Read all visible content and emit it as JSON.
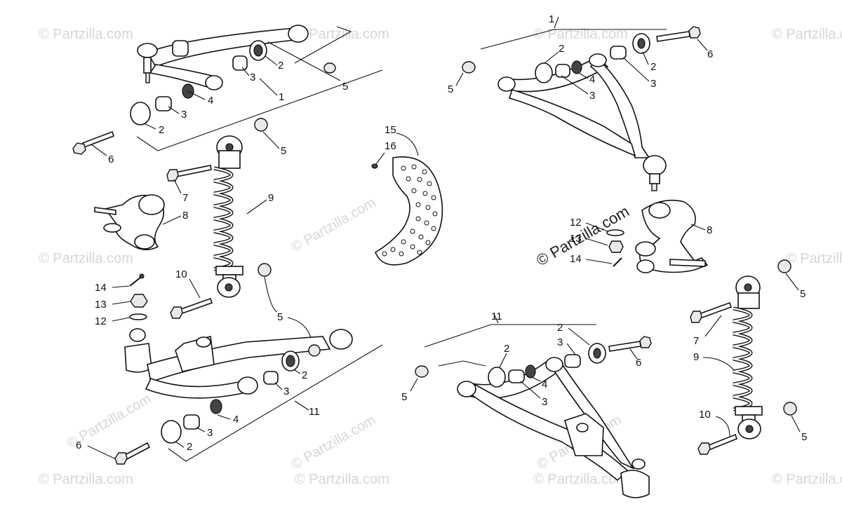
{
  "watermarks": {
    "text": "© Partzilla.com",
    "prominent_text": "© Partzilla.com"
  },
  "callouts": {
    "left_upper_arm": {
      "arm": "1",
      "bushing_a": "2",
      "sleeve_a": "3",
      "nut": "5",
      "grease": "4",
      "sleeve_b": "3",
      "washer_b": "2",
      "bolt": "6"
    },
    "left_shock": {
      "nut_top": "5",
      "bolt_top": "7",
      "spring": "9",
      "bolt_bottom": "10",
      "nut_bottom": "5"
    },
    "left_knuckle": "8",
    "left_ball": {
      "pin": "14",
      "castle_nut": "13",
      "washer": "12"
    },
    "left_lower_arm": {
      "bushing": "2",
      "sleeve_a": "3",
      "arm": "11",
      "grease": "4",
      "sleeve_b": "3",
      "washer": "2",
      "bolt": "6"
    },
    "brake_disc": {
      "disc": "15",
      "screw": "16"
    },
    "right_upper_arm": {
      "arm": "1",
      "washer_a": "2",
      "bolt": "6",
      "nut": "5",
      "grease": "4",
      "sleeve_a": "3",
      "washer_b": "2",
      "sleeve_b": "3"
    },
    "right_knuckle": {
      "knuckle": "8",
      "washer": "12",
      "castle_nut": "13",
      "pin": "14"
    },
    "right_shock": {
      "nut_top": "5",
      "bolt_top": "7",
      "spring": "9",
      "bolt_bottom": "10",
      "nut_bottom": "5"
    },
    "right_lower_arm": {
      "arm": "11",
      "washer_a": "2",
      "sleeve_a": "3",
      "bolt": "6",
      "washer_b": "2",
      "nut": "5",
      "grease": "4",
      "sleeve_b": "3"
    }
  }
}
